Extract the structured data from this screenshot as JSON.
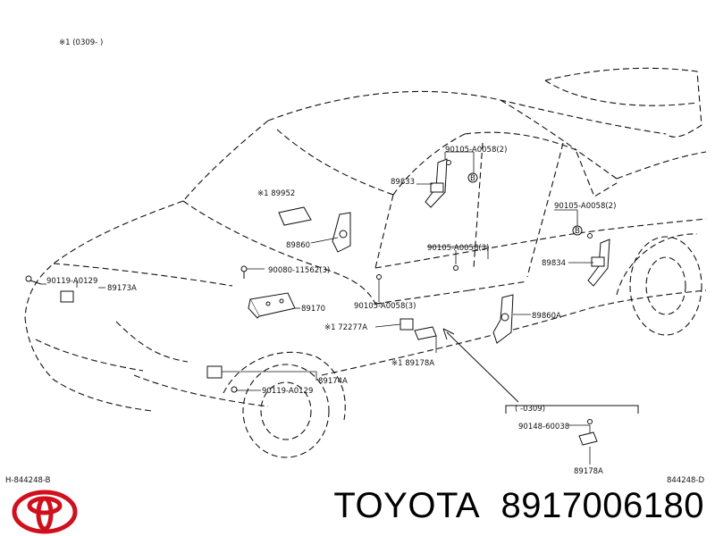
{
  "header": {
    "note": "※1 (0309-          )"
  },
  "footer": {
    "left_code": "H-844248-B",
    "right_code": "844248-D",
    "brand": "TOYOTA",
    "part_number": "8917006180"
  },
  "inset": {
    "range": "(        -0309)"
  },
  "labels": {
    "p89952": "※1  89952",
    "p89833": "89833",
    "p90105_top": "90105-A0058(2)",
    "p90105_right": "90105-A0058(2)",
    "p90105_mid": "90105-A0058(3)",
    "p90105_lower": "90105-A0058(3)",
    "p89860": "89860",
    "p89834": "89834",
    "p90080": "90080-11562(3)",
    "p90119_upper": "90119-A0129",
    "p89173A": "89173A",
    "p89170": "89170",
    "p89860A": "89860A",
    "p72277A": "※1  72277A",
    "p89178A": "※1  89178A",
    "p89174A": "89174A",
    "p90119_lower": "90119-A0129",
    "p90148": "90148-60038",
    "p89178A_inset": "89178A",
    "bolt_mark_b1": "B",
    "bolt_mark_b2": "B"
  },
  "colors": {
    "logo_red": "#d0101c",
    "ink": "#111111"
  },
  "icons": [
    "toyota-logo-icon"
  ]
}
